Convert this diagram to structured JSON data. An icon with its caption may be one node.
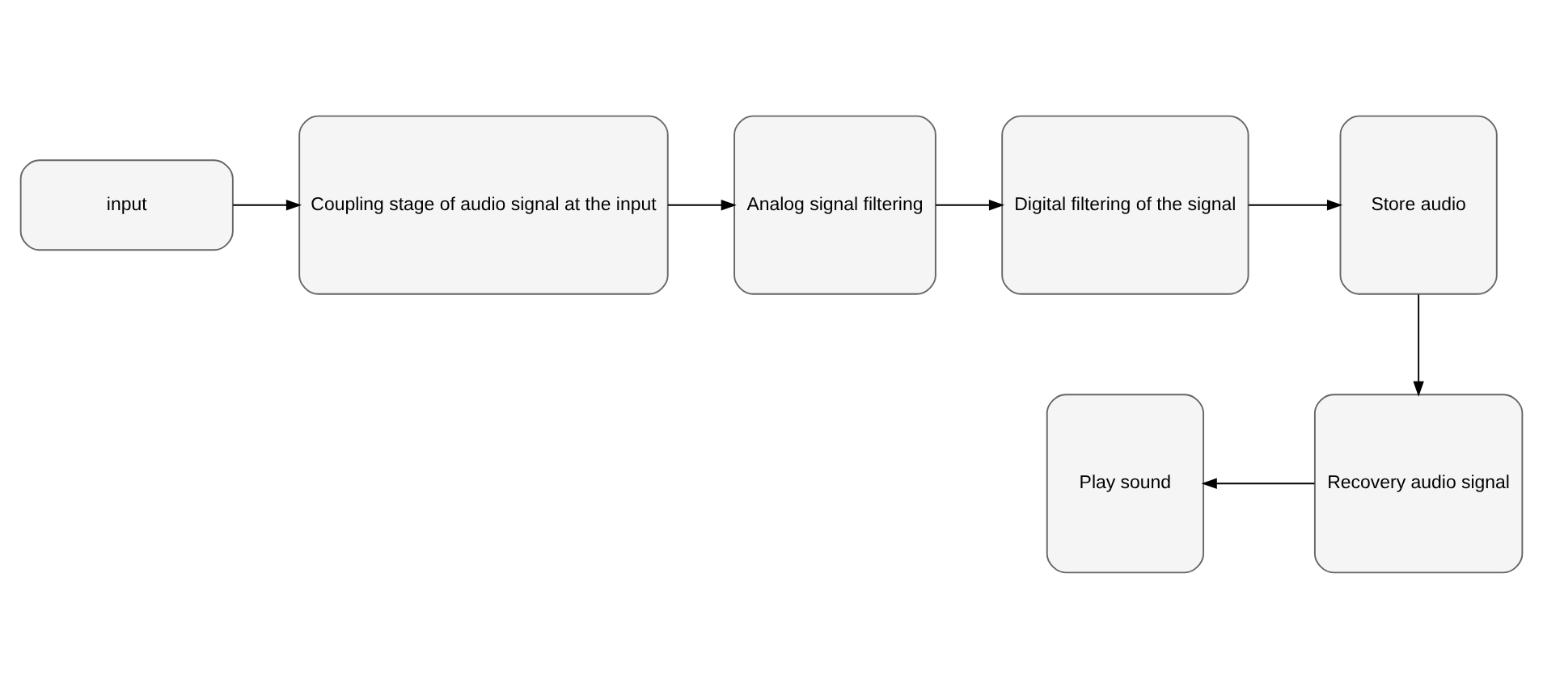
{
  "diagram": {
    "nodes": [
      {
        "text": [
          "input"
        ]
      },
      {
        "text": [
          "Coupling stage of audio signal at the input"
        ]
      },
      {
        "text": [
          "Analog signal filtering"
        ]
      },
      {
        "text": [
          "Digital filtering of the signal"
        ]
      },
      {
        "text": [
          "Store audio"
        ]
      },
      {
        "text": [
          "Recovery audio signal"
        ]
      },
      {
        "text": [
          "Play sound"
        ]
      }
    ],
    "edges": [
      {
        "from": 0,
        "to": 1,
        "arrow": "to"
      },
      {
        "from": 1,
        "to": 2,
        "arrow": "to"
      },
      {
        "from": 2,
        "to": 3,
        "arrow": "to"
      },
      {
        "from": 3,
        "to": 4,
        "arrow": "to"
      },
      {
        "from": 4,
        "to": 5,
        "arrow": "to"
      },
      {
        "from": 5,
        "to": 6,
        "arrow": "to"
      }
    ]
  }
}
